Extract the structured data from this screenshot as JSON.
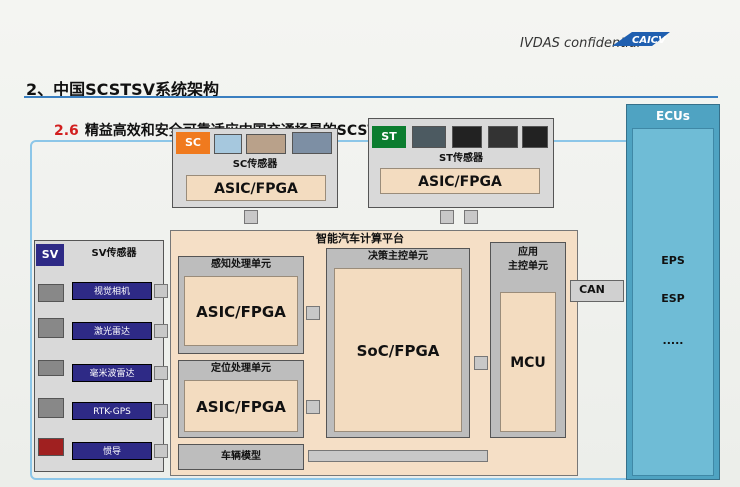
{
  "header": {
    "confidential": "IVDAS confidential",
    "logo": "CAICV",
    "section": "2、中国SCSTSV系统架构",
    "subtitle_num": "2.6",
    "subtitle": "精益高效和安全可靠适应中国交通场景的SCSTSV车载计算平台芯片架构"
  },
  "sc": {
    "tag": "SC",
    "sensor": "SC传感器",
    "chip": "ASIC/FPGA"
  },
  "st": {
    "tag": "ST",
    "sensor": "ST传感器",
    "chip": "ASIC/FPGA"
  },
  "sv": {
    "tag": "SV",
    "sensor": "SV传感器",
    "items": [
      "视觉相机",
      "激光雷达",
      "毫米波雷达",
      "RTK-GPS",
      "惯导"
    ]
  },
  "platform": {
    "title": "智能汽车计算平台",
    "perception": "感知处理单元",
    "perception_chip": "ASIC/FPGA",
    "localization": "定位处理单元",
    "localization_chip": "ASIC/FPGA",
    "decision": "决策主控单元",
    "decision_chip": "SoC/FPGA",
    "app": "应用\n主控单元",
    "app_chip": "MCU",
    "vehicle_model": "车辆模型"
  },
  "ecus": {
    "title": "ECUs",
    "items": [
      "EPS",
      "ESP",
      "....."
    ]
  },
  "can": "CAN"
}
